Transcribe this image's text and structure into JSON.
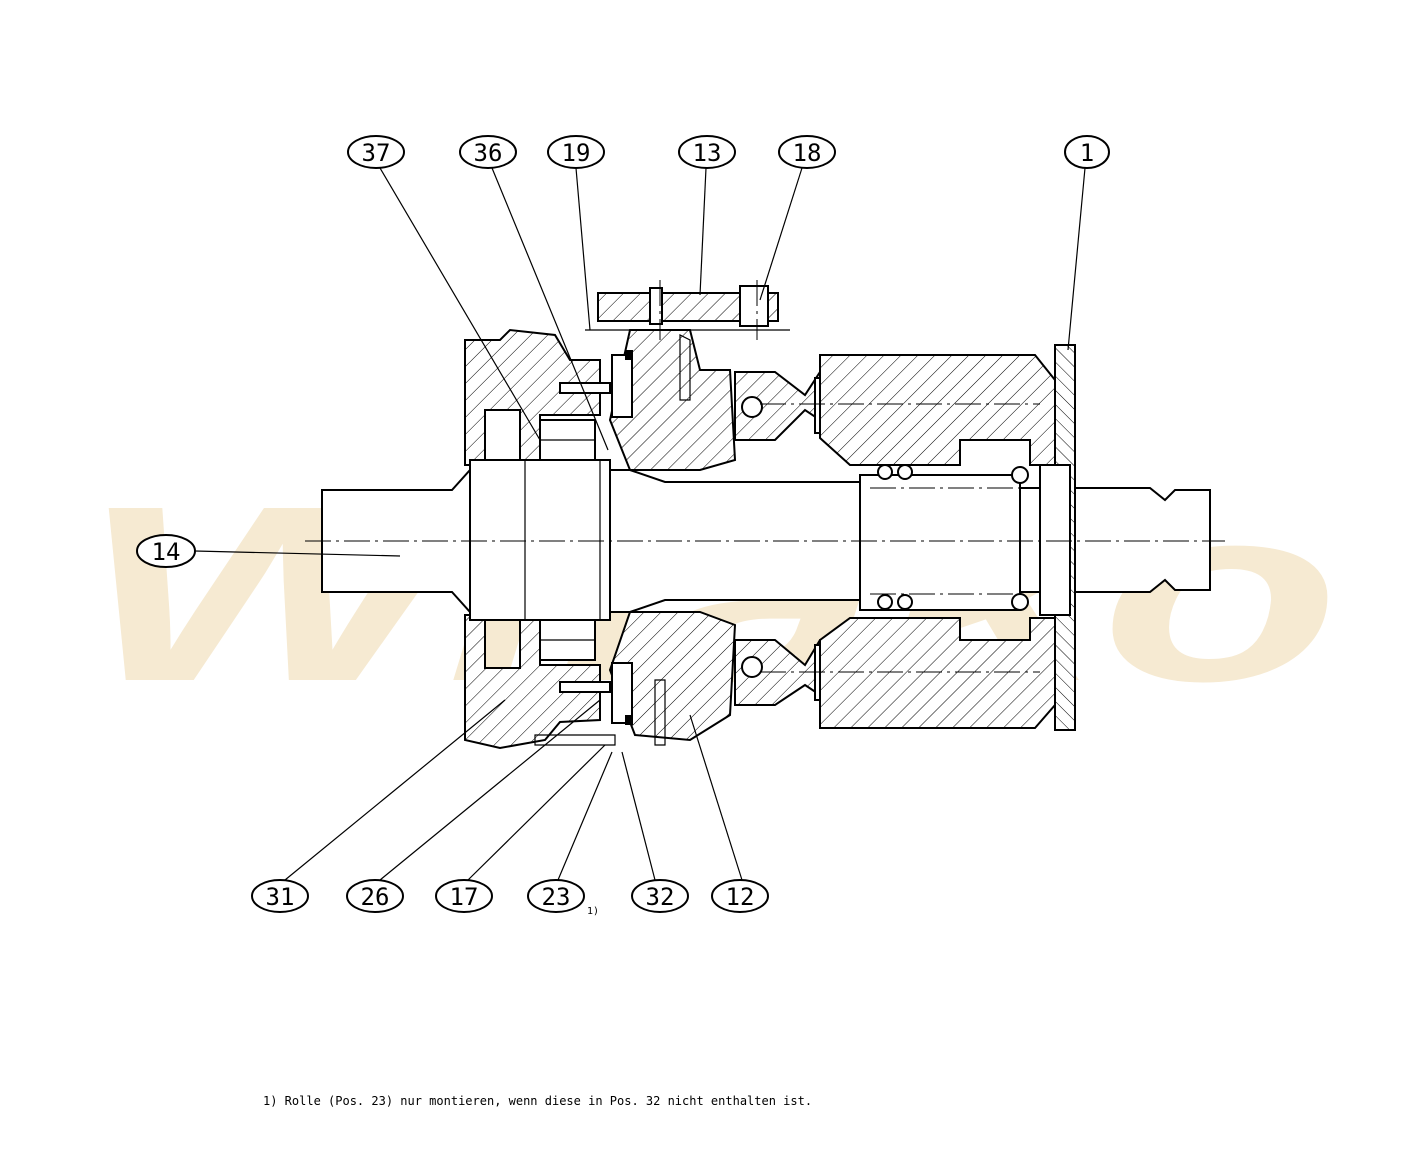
{
  "watermark": "Wilako",
  "callouts": {
    "c37": "37",
    "c36": "36",
    "c19": "19",
    "c13": "13",
    "c18": "18",
    "c1": "1",
    "c14": "14",
    "c31": "31",
    "c26": "26",
    "c17": "17",
    "c23": "23",
    "c32": "32",
    "c12": "12"
  },
  "footnote_marker": "1)",
  "footnote": "1) Rolle (Pos. 23) nur montieren, wenn diese in Pos. 32 nicht enthalten ist."
}
